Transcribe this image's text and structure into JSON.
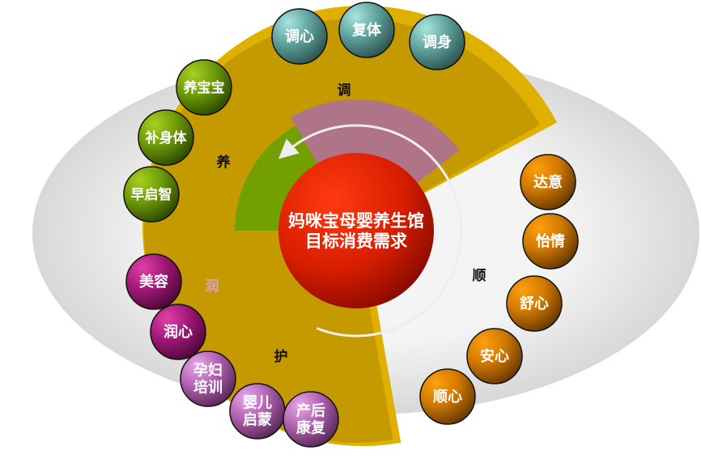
{
  "center": {
    "line1": "妈咪宝母婴养生馆",
    "line2": "目标消费需求"
  },
  "segments": {
    "tiao": {
      "label": "调",
      "color": "#c9e6f7"
    },
    "yang": {
      "label": "养",
      "color": "#d8e6c8"
    },
    "run": {
      "label": "润",
      "color": "#b0147e"
    },
    "hu": {
      "label": "护",
      "color": "#ff99f8"
    },
    "shun": {
      "label": "顺",
      "color": "#c49a00"
    }
  },
  "bubbles": [
    {
      "group": "tiao",
      "lines": [
        "调心"
      ]
    },
    {
      "group": "tiao",
      "lines": [
        "复体"
      ]
    },
    {
      "group": "tiao",
      "lines": [
        "调身"
      ]
    },
    {
      "group": "yang",
      "lines": [
        "养宝宝"
      ]
    },
    {
      "group": "yang",
      "lines": [
        "补身体"
      ]
    },
    {
      "group": "yang",
      "lines": [
        "早启智"
      ]
    },
    {
      "group": "shun",
      "lines": [
        "达意"
      ]
    },
    {
      "group": "shun",
      "lines": [
        "怡情"
      ]
    },
    {
      "group": "shun",
      "lines": [
        "舒心"
      ]
    },
    {
      "group": "shun",
      "lines": [
        "安心"
      ]
    },
    {
      "group": "shun",
      "lines": [
        "顺心"
      ]
    },
    {
      "group": "run",
      "lines": [
        "美容"
      ]
    },
    {
      "group": "run",
      "lines": [
        "润心"
      ]
    },
    {
      "group": "hu",
      "lines": [
        "孕妇",
        "培训"
      ]
    },
    {
      "group": "hu",
      "lines": [
        "婴儿",
        "启蒙"
      ]
    },
    {
      "group": "hu",
      "lines": [
        "产后",
        "康复"
      ]
    }
  ]
}
